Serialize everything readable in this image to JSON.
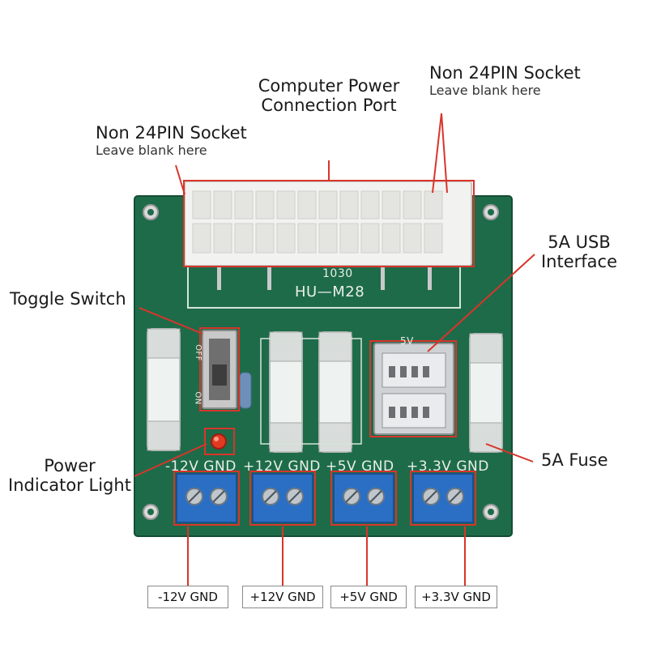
{
  "callouts": {
    "computer_power": {
      "title_line1": "Computer Power",
      "title_line2": "Connection Port"
    },
    "non24_left": {
      "title": "Non 24PIN Socket",
      "sub": "Leave blank here"
    },
    "non24_right": {
      "title": "Non 24PIN Socket",
      "sub": "Leave blank here"
    },
    "toggle_switch": {
      "title": "Toggle Switch"
    },
    "usb": {
      "title_line1": "5A USB",
      "title_line2": "Interface"
    },
    "power_light": {
      "title_line1": "Power",
      "title_line2": "Indicator Light"
    },
    "fuse": {
      "title": "5A Fuse"
    }
  },
  "board": {
    "model": "HU—M28",
    "code": "1030",
    "switch_off": "OFF",
    "switch_on": "ON",
    "usb_mark": "5V",
    "rails": [
      "-12V GND",
      "+12V GND",
      "+5V GND",
      "+3.3V GND"
    ]
  },
  "bottom_labels": [
    "-12V GND",
    "+12V GND",
    "+5V GND",
    "+3.3V GND"
  ],
  "colors": {
    "pcb": "#1e6b4a",
    "annotation": "#d8352a",
    "terminal": "#2a6fc4",
    "connector": "#f2f2f0"
  }
}
